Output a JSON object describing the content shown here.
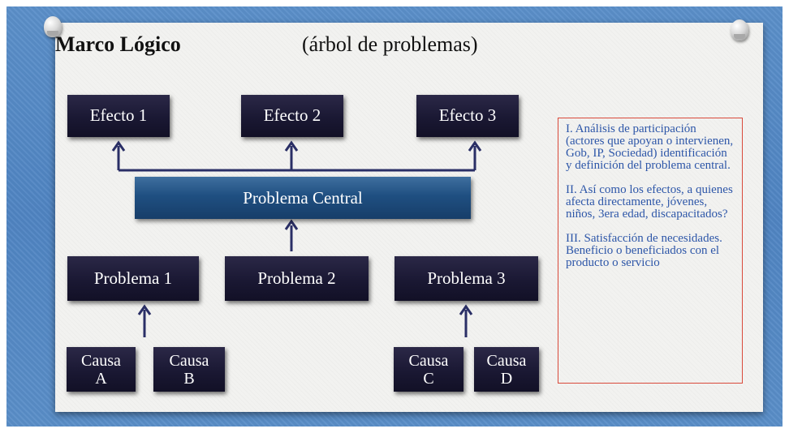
{
  "slide": {
    "title": "Marco Lógico",
    "subtitle": "(árbol de problemas)"
  },
  "effects": [
    "Efecto 1",
    "Efecto 2",
    "Efecto 3"
  ],
  "central_problem": "Problema Central",
  "problems": [
    "Problema 1",
    "Problema 2",
    "Problema 3"
  ],
  "causes": [
    {
      "line1": "Causa",
      "line2": "A"
    },
    {
      "line1": "Causa",
      "line2": "B"
    },
    {
      "line1": "Causa",
      "line2": "C"
    },
    {
      "line1": "Causa",
      "line2": "D"
    }
  ],
  "notes": [
    "I. Análisis de participación (actores que apoyan o intervienen, Gob, IP, Sociedad) identificación y definición del problema central.",
    "II. Así como los efectos, a quienes afecta directamente, jóvenes, niños, 3era edad, discapacitados?",
    "III. Satisfacción de necesidades. Beneficio o beneficiados con el producto o servicio"
  ],
  "colors": {
    "background_blue": "#5489c4",
    "box_dark": "#1a1833",
    "central_blue": "#1f4f81",
    "arrow": "#2a2f66",
    "note_border": "#d9493a",
    "note_text": "#2d56a8"
  }
}
